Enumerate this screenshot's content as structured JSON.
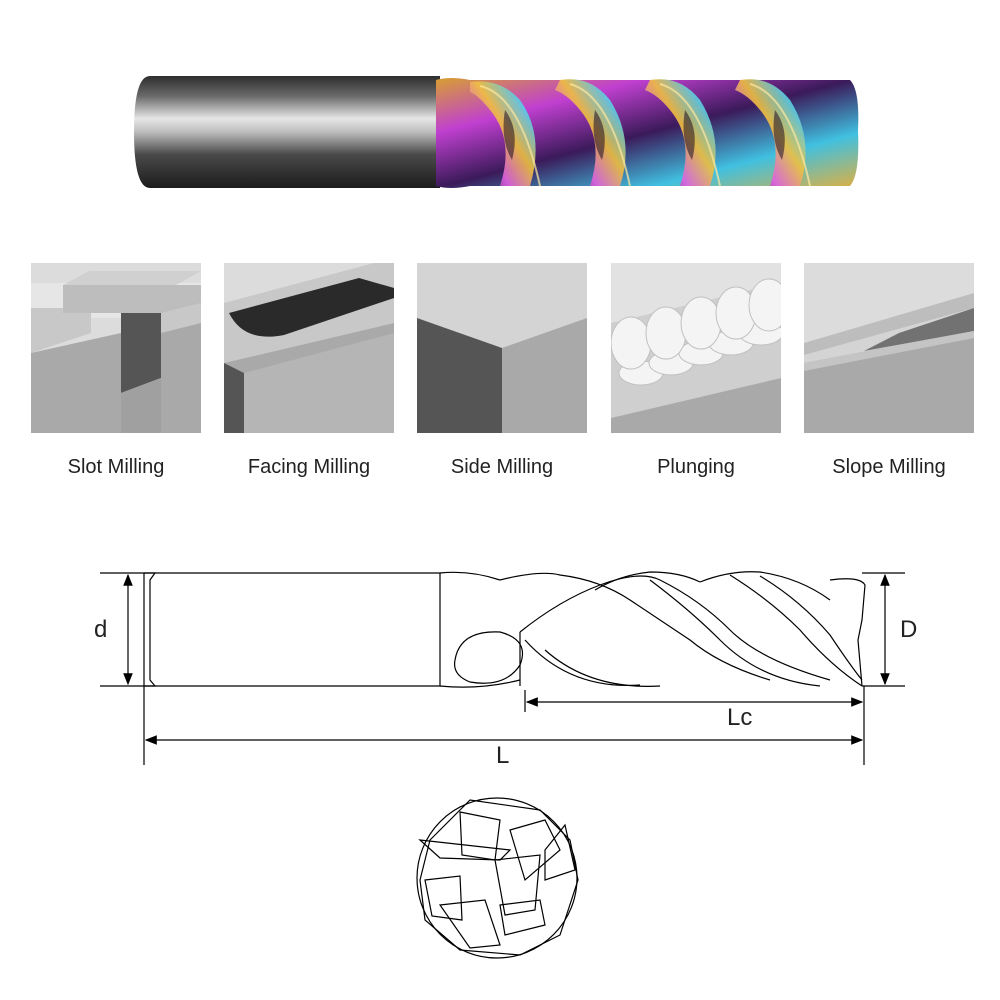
{
  "operations": [
    {
      "label": "Slot Milling",
      "icon": "slot-milling-icon"
    },
    {
      "label": "Facing Milling",
      "icon": "facing-milling-icon"
    },
    {
      "label": "Side Milling",
      "icon": "side-milling-icon"
    },
    {
      "label": "Plunging",
      "icon": "plunging-icon"
    },
    {
      "label": "Slope Milling",
      "icon": "slope-milling-icon"
    }
  ],
  "dimensions": {
    "shank_diameter": "d",
    "cutter_diameter": "D",
    "cutting_length": "Lc",
    "overall_length": "L"
  },
  "colors": {
    "shank_dark": "#2a2a2a",
    "shank_light": "#d8d8d8",
    "coating_purple": "#c040d0",
    "coating_gold": "#d8a030",
    "coating_cyan": "#40c0e0",
    "tile_light": "#dcdcdc",
    "tile_mid": "#a9a9a9",
    "tile_dark": "#555555"
  }
}
